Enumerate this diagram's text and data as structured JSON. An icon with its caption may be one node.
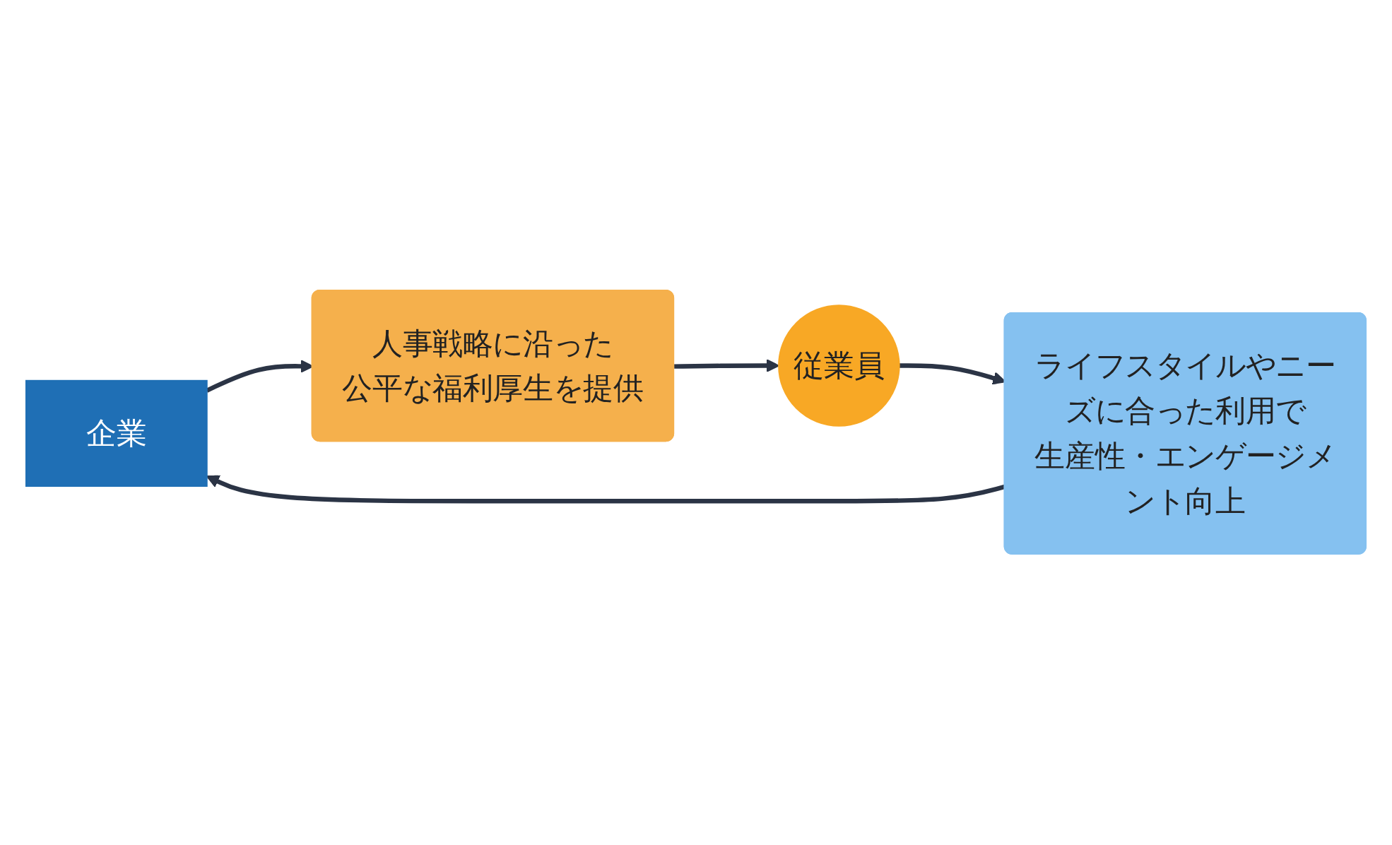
{
  "diagram": {
    "nodes": [
      {
        "text": [
          "企業"
        ]
      },
      {
        "text": [
          "人事戦略に沿った",
          "公平な福利厚生を提供"
        ]
      },
      {
        "text": [
          "従業員"
        ]
      },
      {
        "text": [
          "ライフスタイルやニーズに合った利用で",
          "生産性・エンゲージメント向上"
        ]
      }
    ],
    "edges": [
      {
        "from": 0,
        "to": 1,
        "arrow": "to"
      },
      {
        "from": 1,
        "to": 2,
        "arrow": "to"
      },
      {
        "from": 2,
        "to": 3,
        "arrow": "to"
      },
      {
        "from": 3,
        "to": 0,
        "arrow": "to"
      }
    ]
  }
}
